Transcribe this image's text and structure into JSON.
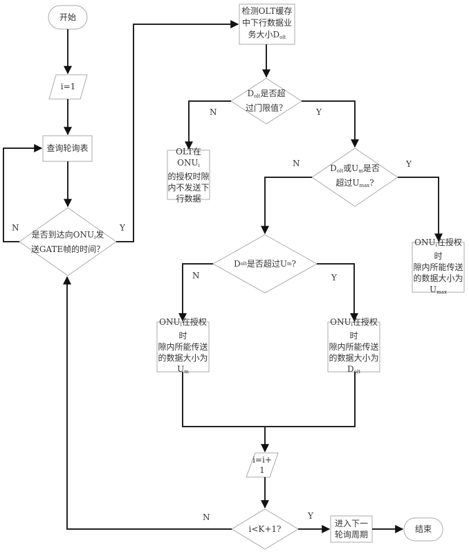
{
  "diagram": {
    "type": "flowchart",
    "nodes": {
      "start": {
        "shape": "terminator",
        "text": "开始"
      },
      "init": {
        "shape": "parallelogram",
        "text": "i=1"
      },
      "lookup": {
        "shape": "process",
        "text": "查询轮询表"
      },
      "gate_check": {
        "shape": "decision",
        "text_line1": "是否到达向ONU",
        "text_sub": "i",
        "text_line1b": "发",
        "text_line2": "送GATE帧的时间？"
      },
      "detect": {
        "shape": "process",
        "text_line1": "检测OLT缓存",
        "text_line2": "中下行数据业",
        "text_line3": "务大小D",
        "text_sub": "olt"
      },
      "threshold_check": {
        "shape": "decision",
        "text_main": "D",
        "text_sub": "olt",
        "text_line1b": "是否超",
        "text_line2": "过门限值？"
      },
      "no_send": {
        "shape": "process",
        "text_line1a": "OLT在ONU",
        "text_sub": "i",
        "text_line2": "的授权时隙",
        "text_line3": "内不发送下",
        "text_line4": "行数据"
      },
      "umax_check": {
        "shape": "decision",
        "text_main": "D",
        "text_sub1": "olt",
        "text_mid": "或U",
        "text_sub2": "m",
        "text_line1b": "是否",
        "text_line2a": "超过U",
        "text_sub3": "max",
        "text_line2b": "?"
      },
      "size_umax": {
        "shape": "process",
        "text_line1a": "ONU",
        "text_sub": "i",
        "text_line1b": "在授权时",
        "text_line2": "隙内所能传送",
        "text_line3": "的数据大小为",
        "text_line4a": "U",
        "text_sub2": "max"
      },
      "um_check": {
        "shape": "decision",
        "text_main": "D",
        "text_sub1": "olt",
        "text_mid": "是否超过U",
        "text_sub2": "m",
        "text_end": "?"
      },
      "size_um": {
        "shape": "process",
        "text_line1a": "ONU",
        "text_sub": "i",
        "text_line1b": "在授权时",
        "text_line2": "隙内所能传送",
        "text_line3": "的数据大小为",
        "text_line4a": "U",
        "text_sub2": "m"
      },
      "size_dolt": {
        "shape": "process",
        "text_line1a": "ONU",
        "text_sub": "i",
        "text_line1b": "在授权时",
        "text_line2": "隙内所能传送",
        "text_line3": "的数据大小为",
        "text_line4a": "D",
        "text_sub2": "olt"
      },
      "increment": {
        "shape": "parallelogram",
        "text_line1": "i=i+",
        "text_line2": "1"
      },
      "loop_check": {
        "shape": "decision",
        "text": "i<K+1?"
      },
      "next_cycle": {
        "shape": "process",
        "text_line1": "进入下一",
        "text_line2": "轮询周期"
      },
      "end": {
        "shape": "terminator",
        "text": "结束"
      }
    },
    "edge_labels": {
      "gate_no": "N",
      "gate_yes": "Y",
      "threshold_no": "N",
      "threshold_yes": "Y",
      "umax_no": "N",
      "umax_yes": "Y",
      "um_no": "N",
      "um_yes": "Y",
      "loop_no": "N",
      "loop_yes": "Y"
    },
    "edges": [
      [
        "start",
        "init"
      ],
      [
        "init",
        "lookup"
      ],
      [
        "lookup",
        "gate_check"
      ],
      [
        "gate_check",
        "lookup",
        "N"
      ],
      [
        "gate_check",
        "detect",
        "Y"
      ],
      [
        "detect",
        "threshold_check"
      ],
      [
        "threshold_check",
        "no_send",
        "N"
      ],
      [
        "threshold_check",
        "umax_check",
        "Y"
      ],
      [
        "umax_check",
        "um_check",
        "N"
      ],
      [
        "umax_check",
        "size_umax",
        "Y"
      ],
      [
        "um_check",
        "size_um",
        "N"
      ],
      [
        "um_check",
        "size_dolt",
        "Y"
      ],
      [
        "size_um",
        "increment"
      ],
      [
        "size_dolt",
        "increment"
      ],
      [
        "increment",
        "loop_check"
      ],
      [
        "loop_check",
        "gate_check",
        "N"
      ],
      [
        "loop_check",
        "next_cycle",
        "Y"
      ],
      [
        "next_cycle",
        "end"
      ]
    ]
  }
}
